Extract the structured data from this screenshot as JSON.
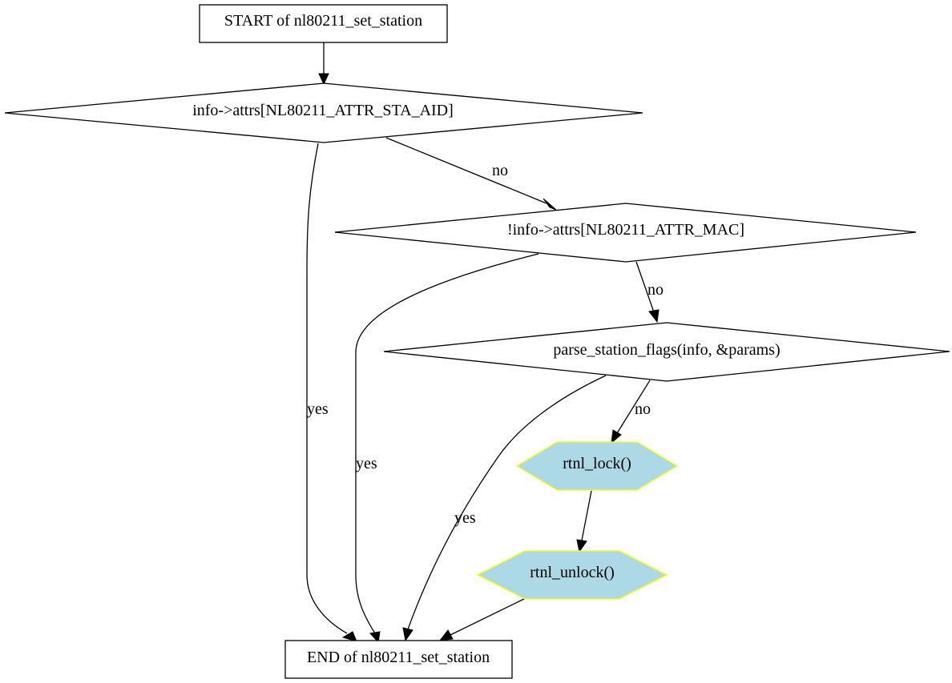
{
  "diagram": {
    "nodes": {
      "start": {
        "label": "START of nl80211_set_station"
      },
      "check_aid": {
        "label": "info->attrs[NL80211_ATTR_STA_AID]"
      },
      "check_mac": {
        "label": "!info->attrs[NL80211_ATTR_MAC]"
      },
      "parse_flags": {
        "label": "parse_station_flags(info, &params)"
      },
      "rtnl_lock": {
        "label": "rtnl_lock()"
      },
      "rtnl_unlock": {
        "label": "rtnl_unlock()"
      },
      "end": {
        "label": "END of nl80211_set_station"
      }
    },
    "edges": {
      "aid_no": {
        "label": "no"
      },
      "aid_yes": {
        "label": "yes"
      },
      "mac_no": {
        "label": "no"
      },
      "mac_yes": {
        "label": "yes"
      },
      "parse_no": {
        "label": "no"
      },
      "parse_yes": {
        "label": "yes"
      }
    },
    "colors": {
      "call_fill": "#add8e6",
      "call_stroke": "#ffff00",
      "line": "#000000",
      "background": "#ffffff"
    }
  }
}
